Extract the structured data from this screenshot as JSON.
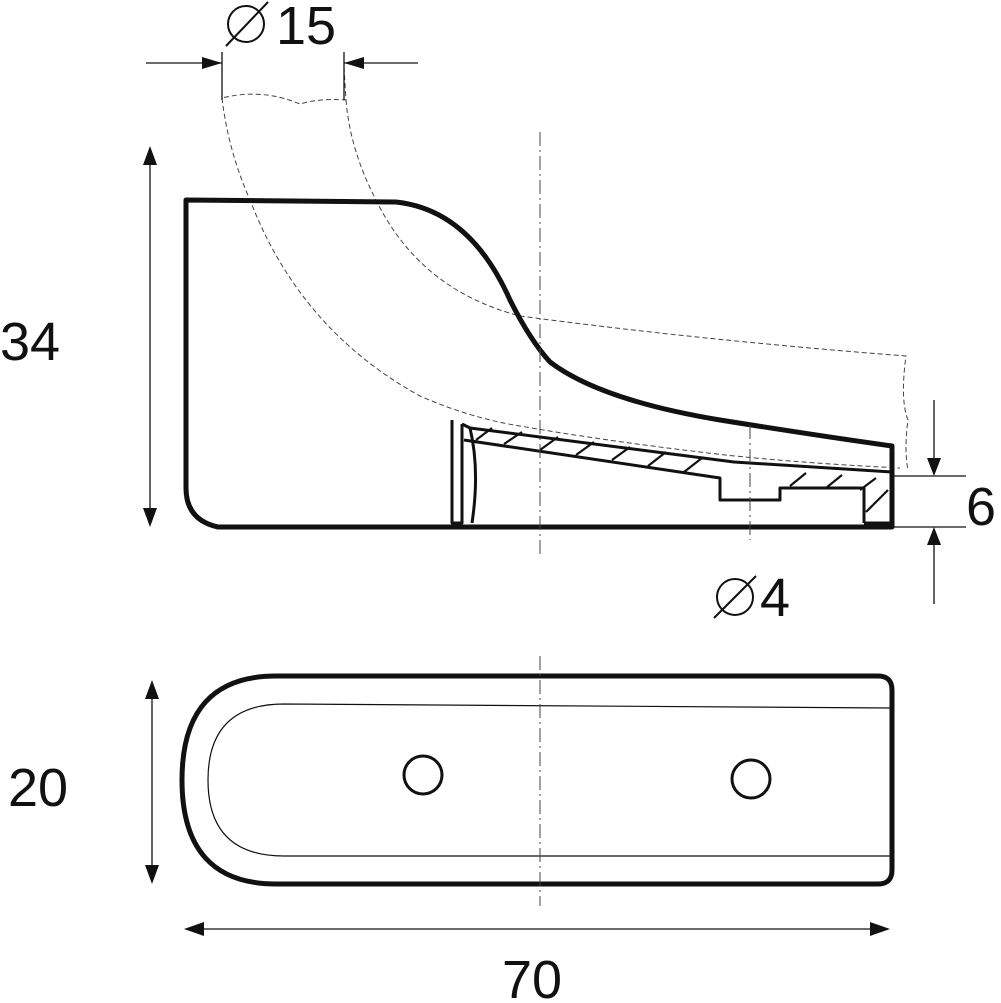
{
  "drawing": {
    "dim_tube_diameter": "15",
    "dim_height": "34",
    "dim_base_thickness": "6",
    "dim_hole_diameter": "4",
    "dim_width": "20",
    "dim_length": "70"
  },
  "icons": {
    "diameter_symbol": "diameter-icon"
  }
}
